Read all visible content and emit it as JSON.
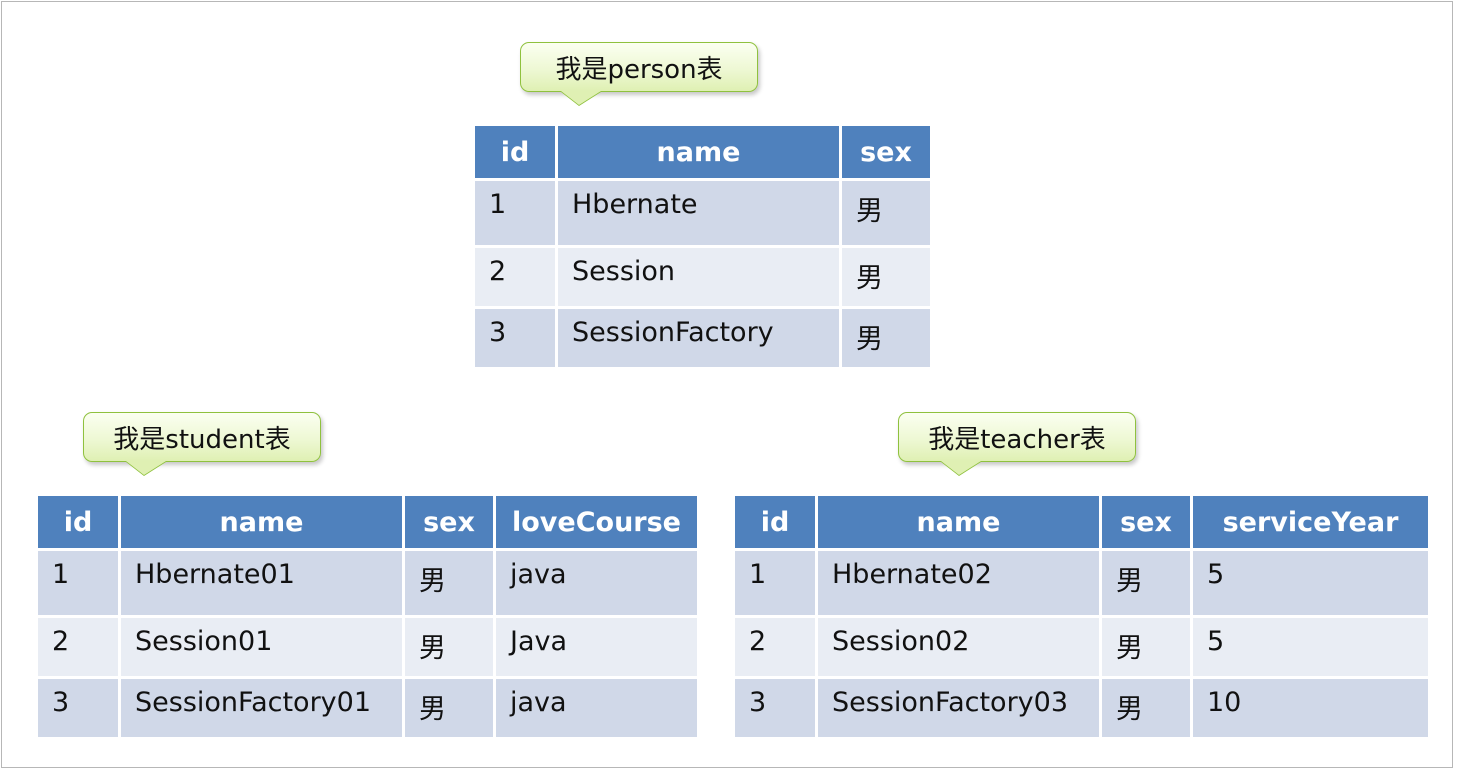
{
  "person": {
    "label": "我是person表",
    "headers": [
      "id",
      "name",
      "sex"
    ],
    "rows": [
      [
        "1",
        "Hbernate",
        "男"
      ],
      [
        "2",
        "Session",
        "男"
      ],
      [
        "3",
        "SessionFactory",
        "男"
      ]
    ]
  },
  "student": {
    "label": "我是student表",
    "headers": [
      "id",
      "name",
      "sex",
      "loveCourse"
    ],
    "rows": [
      [
        "1",
        "Hbernate01",
        "男",
        "java"
      ],
      [
        "2",
        "Session01",
        "男",
        "Java"
      ],
      [
        "3",
        "SessionFactory01",
        "男",
        "java"
      ]
    ]
  },
  "teacher": {
    "label": "我是teacher表",
    "headers": [
      "id",
      "name",
      "sex",
      "serviceYear"
    ],
    "rows": [
      [
        "1",
        "Hbernate02",
        "男",
        "5"
      ],
      [
        "2",
        "Session02",
        "男",
        "5"
      ],
      [
        "3",
        "SessionFactory03",
        "男",
        "10"
      ]
    ]
  },
  "colors": {
    "header_bg": "#4f81bd",
    "row_odd_bg": "#d0d8e8",
    "row_even_bg": "#e9edf4",
    "callout_border": "#8fc13e"
  }
}
